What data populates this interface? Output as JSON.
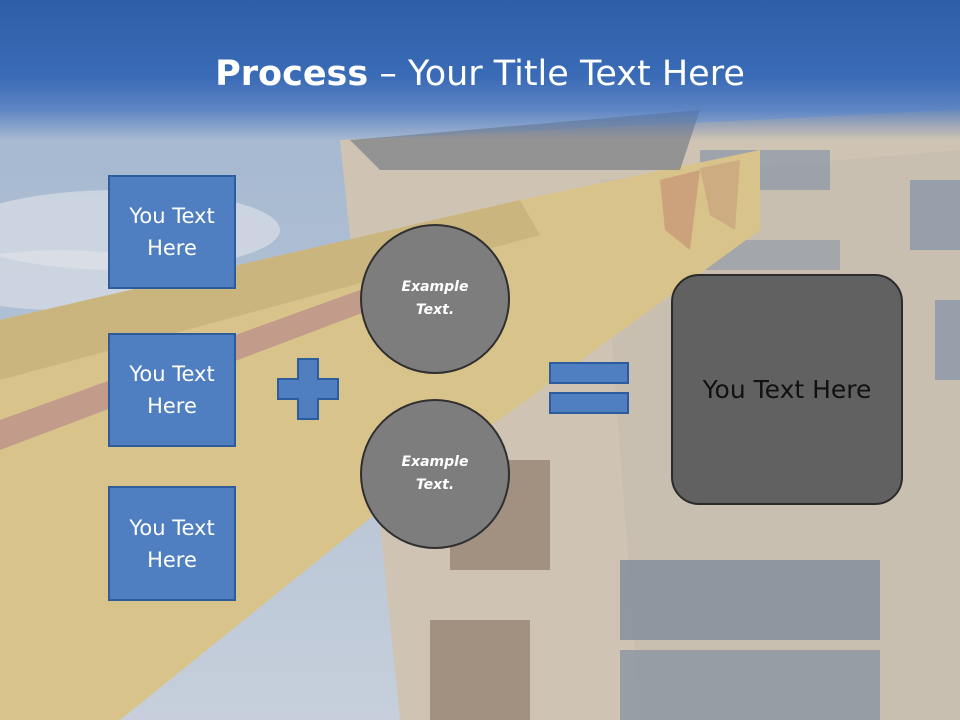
{
  "title": {
    "bold": "Process",
    "rest": " – Your Title Text Here"
  },
  "left_boxes": [
    {
      "label": "You Text Here"
    },
    {
      "label": "You Text Here"
    },
    {
      "label": "You Text Here"
    }
  ],
  "circles": [
    {
      "label": "Example Text."
    },
    {
      "label": "Example Text."
    }
  ],
  "result": {
    "label": "You Text Here"
  },
  "colors": {
    "title_bar": "#3a6bb6",
    "box_fill": "#4f7fc0",
    "circle_fill": "#7d7d7d",
    "result_fill": "#616161"
  },
  "icons": {
    "operator_1": "plus-icon",
    "operator_2": "equals-icon"
  }
}
